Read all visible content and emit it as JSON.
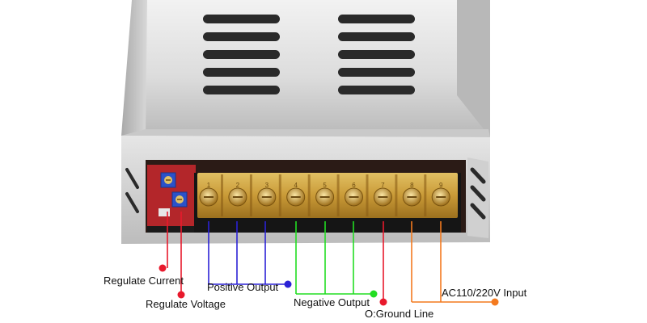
{
  "device": {
    "name": "switching-power-supply",
    "terminal_count": 9,
    "terminal_numbers": [
      "1",
      "2",
      "3",
      "4",
      "5",
      "6",
      "7",
      "8",
      "9"
    ],
    "potentiometer_count": 2
  },
  "labels": {
    "regulate_current": "Regulate Current",
    "regulate_voltage": "Regulate Voltage",
    "positive_output": "Positive Output",
    "negative_output": "Negative Output",
    "ground_line": "O:Ground Line",
    "ac_input": "AC110/220V Input"
  },
  "colors": {
    "regulate": "#e8192c",
    "positive": "#2b22d6",
    "negative": "#22dd22",
    "ground": "#e8192c",
    "ac_input": "#f47a1f",
    "terminal_cover": "#d9a63a",
    "pcb": "#b3262a",
    "casing": "#cfcfcf"
  }
}
